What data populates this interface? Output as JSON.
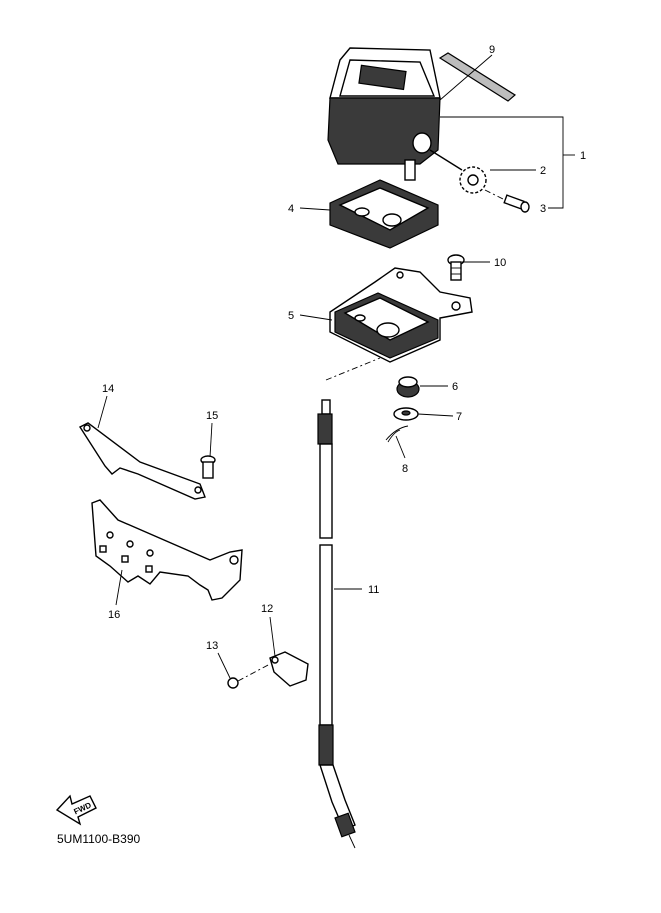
{
  "diagram": {
    "reference_code": "5UM1100-B390",
    "fwd_label": "FWD",
    "callouts": [
      "1",
      "2",
      "3",
      "4",
      "5",
      "6",
      "7",
      "8",
      "9",
      "10",
      "11",
      "12",
      "13",
      "14",
      "15",
      "16"
    ]
  },
  "colors": {
    "line": "#000000",
    "background": "#ffffff",
    "dark_fill": "#3a3a3a",
    "gray_fill": "#bdbdbd"
  }
}
